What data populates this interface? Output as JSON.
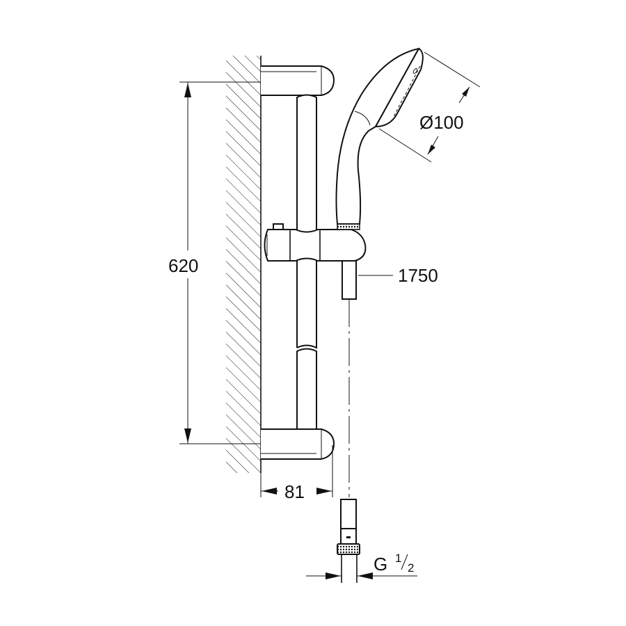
{
  "dimensions": {
    "rail_length": "620",
    "head_diameter": "Ø100",
    "hose_length": "1750",
    "wall_projection": "81",
    "thread_main": "G",
    "thread_num": "1",
    "thread_den": "2"
  }
}
